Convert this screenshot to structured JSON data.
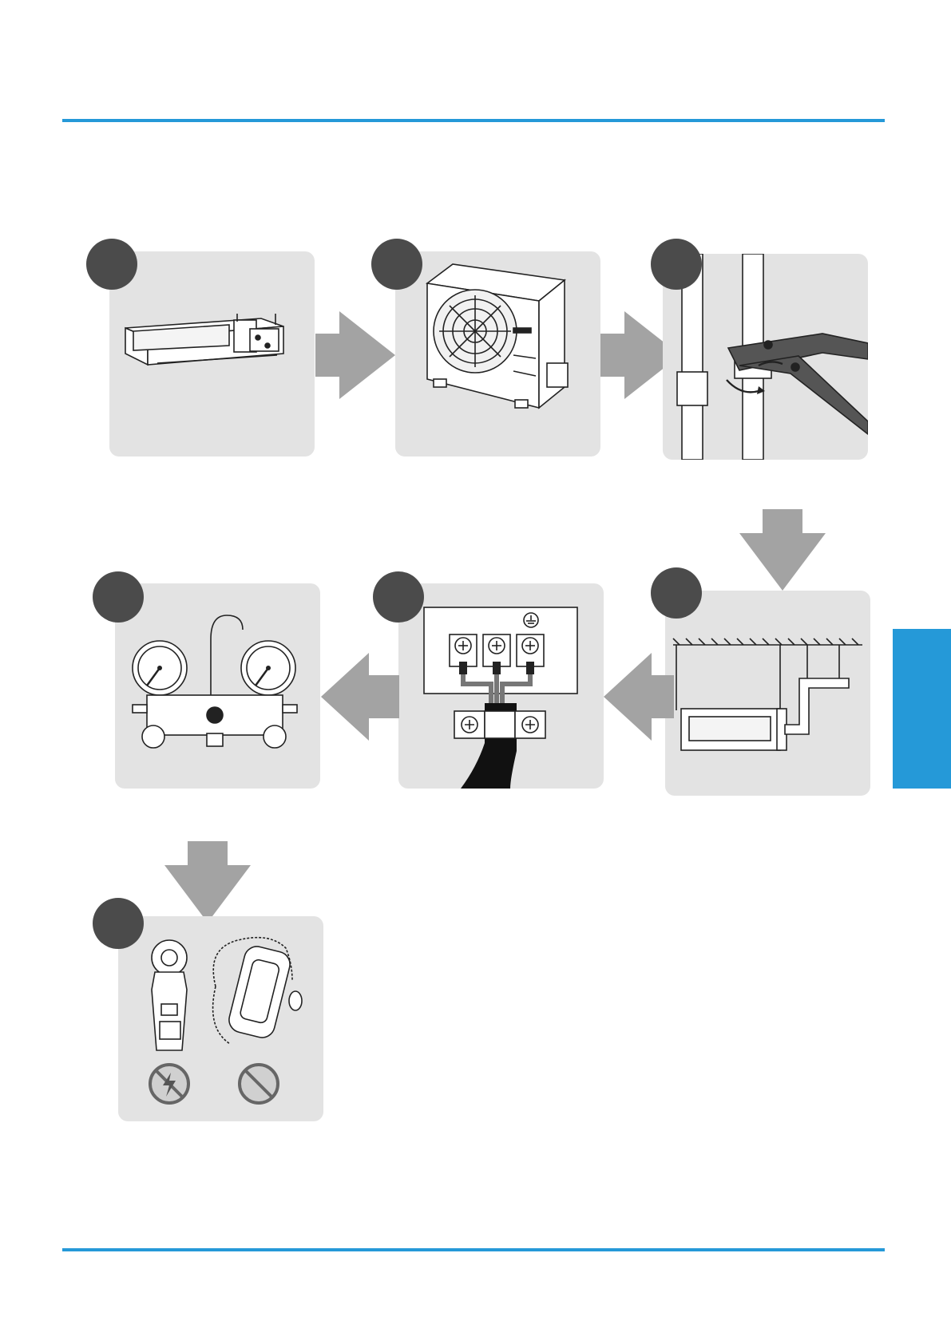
{
  "page": {
    "accent_color": "#2599d8",
    "panel_color": "#e3e3e3",
    "step_circle_color": "#4b4b4b",
    "arrow_color": "#a3a3a3"
  },
  "steps": [
    {
      "id": "step-1",
      "illustration": "ducted-indoor-unit"
    },
    {
      "id": "step-2",
      "illustration": "outdoor-unit"
    },
    {
      "id": "step-3",
      "illustration": "pipe-flare-nut-wrenches"
    },
    {
      "id": "step-4",
      "illustration": "indoor-unit-ceiling-hung-with-piping"
    },
    {
      "id": "step-5",
      "illustration": "terminal-block-wiring"
    },
    {
      "id": "step-6",
      "illustration": "manifold-gauge-set"
    },
    {
      "id": "step-7",
      "illustration": "clamp-meter-and-leak-detector"
    }
  ],
  "flow": [
    "step-1",
    "step-2",
    "step-3",
    "step-4",
    "step-5",
    "step-6",
    "step-7"
  ],
  "icons": [
    "no-electric-shock-icon",
    "no-gas-leak-icon"
  ]
}
